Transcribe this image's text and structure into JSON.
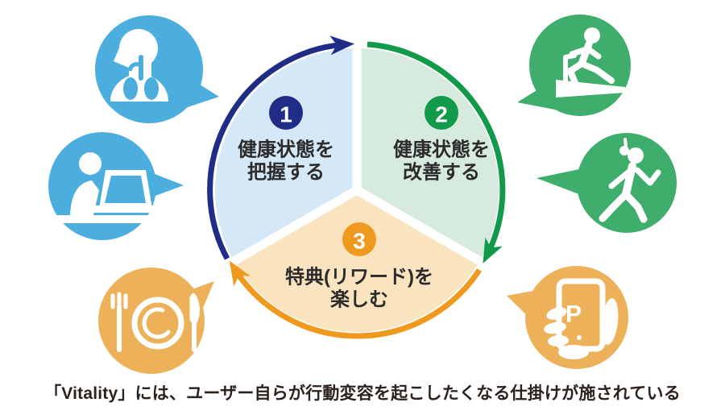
{
  "caption": "「Vitality」には、ユーザー自らが行動変容を起こしたくなる仕掛けが施されている",
  "cycle": {
    "steps": [
      {
        "number": "1",
        "line1": "健康状態を",
        "line2": "把握する",
        "accent": "#202d86",
        "fill": "#d4e8f7"
      },
      {
        "number": "2",
        "line1": "健康状態を",
        "line2": "改善する",
        "accent": "#119a49",
        "fill": "#d7eade"
      },
      {
        "number": "3",
        "line1": "特典(リワード)を",
        "line2": "楽しむ",
        "accent": "#f0991f",
        "fill": "#fae4c0"
      }
    ]
  },
  "bubbles": [
    {
      "icon": "medical-checkup-icon",
      "color": "#4caddf"
    },
    {
      "icon": "desk-work-icon",
      "color": "#4caddf"
    },
    {
      "icon": "treadmill-running-icon",
      "color": "#3fad6c"
    },
    {
      "icon": "walking-icon",
      "color": "#3fad6c"
    },
    {
      "icon": "meal-icon",
      "color": "#edb259"
    },
    {
      "icon": "reward-phone-icon",
      "color": "#edb259",
      "label": "P"
    }
  ]
}
